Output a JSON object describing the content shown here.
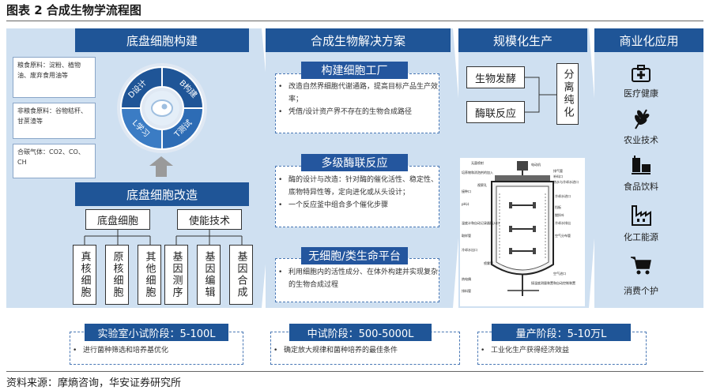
{
  "title": "图表 2 合成生物学流程图",
  "source": "资料来源：摩熵咨询，华安证券研究所",
  "colors": {
    "dark_blue": "#1f5597",
    "light_blue": "#cfe0f1",
    "white_box_border": "#333333"
  },
  "columns": {
    "col1": {
      "header": "底盘细胞构建",
      "inputs": [
        "粮食原料：淀粉、植物油、废弃食用油等",
        "非粮食原料：谷物秸秆、甘蔗渣等",
        "合碳气体：CO2、CO、CH"
      ],
      "cycle": [
        "D设计",
        "B构建",
        "T测试",
        "L学习"
      ],
      "modify_header": "底盘细胞改造",
      "group1": {
        "label": "底盘细胞",
        "items": [
          "真核细胞",
          "原核细胞",
          "其他细胞"
        ]
      },
      "group2": {
        "label": "使能技术",
        "items": [
          "基因测序",
          "基因编辑",
          "基因合成"
        ]
      }
    },
    "col2": {
      "header": "合成生物解决方案",
      "sections": [
        {
          "title": "构建细胞工厂",
          "bullets": [
            "改造自然界细胞代谢通路，提高目标产品生产效率；",
            "凭借/设计资产界不存在的生物合成路径"
          ]
        },
        {
          "title": "多级酶联反应",
          "bullets": [
            "酶的设计与改造：针对酶的催化活性、稳定性、底物特异性等，定向进化或从头设计；",
            "一个反应釜中组合多个催化步骤"
          ]
        },
        {
          "title": "无细胞/类生命平台",
          "bullets": [
            "利用细胞内的活性成分、在体外构建并实现复杂的生物合成过程"
          ]
        }
      ]
    },
    "col3": {
      "header": "规模化生产",
      "proc1": "生物发酵",
      "proc2": "酶联反应",
      "result": "分离纯化",
      "reactor_labels": [
        "无菌喷射",
        "电动机",
        "排气管",
        "补料口",
        "培养物和消泡剂的加入",
        "视察孔",
        "接种口",
        "热水与冷却水进口",
        "冷却水进口",
        "挡板",
        "搅拌叶",
        "冷却水排出",
        "温度计和自动记录器插入口",
        "取样管",
        "空气分布管",
        "空气进口",
        "喷雾管",
        "冷却水出口",
        "热电偶",
        "排料管",
        "pH计",
        "接温度测量装置和自动控制装置"
      ]
    },
    "col4": {
      "header": "商业化应用",
      "items": [
        {
          "icon": "medical-kit-icon",
          "label": "医疗健康"
        },
        {
          "icon": "wheat-icon",
          "label": "农业技术"
        },
        {
          "icon": "food-drink-icon",
          "label": "食品饮料"
        },
        {
          "icon": "factory-icon",
          "label": "化工能源"
        },
        {
          "icon": "shopping-cart-icon",
          "label": "消费个护"
        }
      ]
    }
  },
  "stages": [
    {
      "title": "实验室小试阶段：5-100L",
      "bullet": "进行菌种筛选和培养基优化"
    },
    {
      "title": "中试阶段：500-5000L",
      "bullet": "确定放大规律和菌种培养的最佳条件"
    },
    {
      "title": "量产阶段：5-10万L",
      "bullet": "工业化生产获得经济效益"
    }
  ]
}
